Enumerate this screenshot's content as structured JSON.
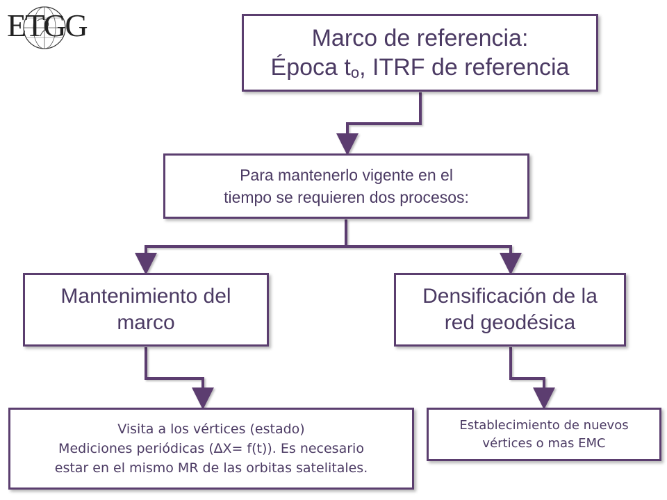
{
  "logo": {
    "text": "ETGG"
  },
  "boxes": {
    "top": {
      "line1": "Marco de referencia:",
      "line2_prefix": "Época t",
      "line2_sub": "o",
      "line2_suffix": ", ITRF de referencia"
    },
    "mid": {
      "line1": "Para mantenerlo vigente en el",
      "line2": "tiempo se requieren dos procesos:"
    },
    "left": {
      "line1": "Mantenimiento del",
      "line2": "marco"
    },
    "right": {
      "line1": "Densificación de la",
      "line2": "red geodésica"
    },
    "bottom_left": {
      "line1": "Visita a los vértices (estado)",
      "line2": "Mediciones periódicas (∆X= f(t)). Es necesario",
      "line3": "estar en el mismo MR de las orbitas satelitales."
    },
    "bottom_right": {
      "line1": "Establecimiento de nuevos",
      "line2": "vértices o mas EMC"
    }
  },
  "colors": {
    "border": "#5b3e6f",
    "text": "#4b3a63",
    "connector": "#5b3e6f"
  }
}
